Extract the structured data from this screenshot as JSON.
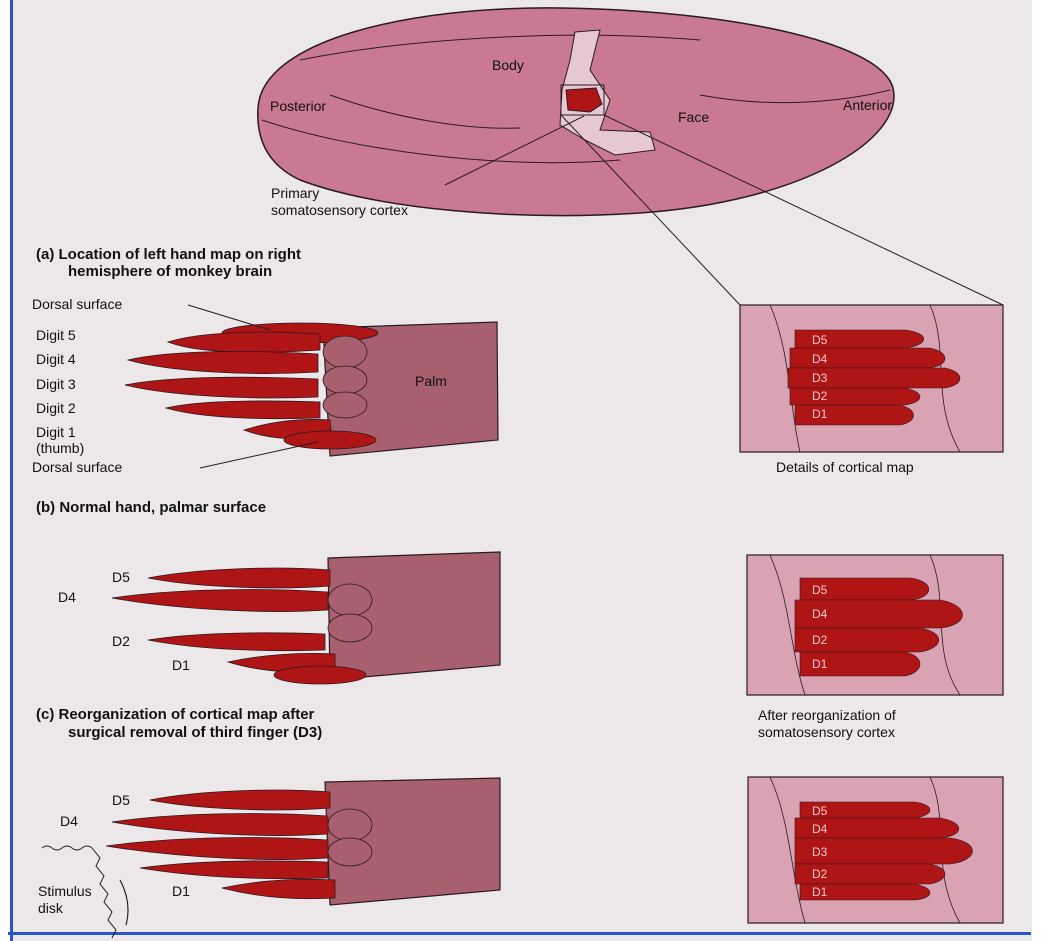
{
  "brain": {
    "body": "Body",
    "posterior": "Posterior",
    "anterior": "Anterior",
    "face": "Face",
    "primary_line1": "Primary",
    "primary_line2": "somatosensory cortex"
  },
  "caption_a": {
    "line1": "(a)  Location of left hand map on right",
    "line2": "hemisphere of monkey brain"
  },
  "hand_b": {
    "dorsal_top": "Dorsal surface",
    "digit5": "Digit 5",
    "digit4": "Digit 4",
    "digit3": "Digit 3",
    "digit2": "Digit 2",
    "digit1_line1": "Digit 1",
    "digit1_line2": "(thumb)",
    "dorsal_bottom": "Dorsal surface",
    "palm": "Palm"
  },
  "map_b": {
    "labels": [
      "D5",
      "D4",
      "D3",
      "D2",
      "D1"
    ],
    "caption": "Details of cortical map"
  },
  "caption_b": "(b)  Normal hand, palmar surface",
  "hand_c": {
    "d5": "D5",
    "d4": "D4",
    "d2": "D2",
    "d1": "D1"
  },
  "map_c": {
    "labels": [
      "D5",
      "D4",
      "D2",
      "D1"
    ],
    "caption_line1": "After reorganization of",
    "caption_line2": "somatosensory cortex"
  },
  "caption_c": {
    "line1": "(c)  Reorganization of cortical map after",
    "line2": "surgical removal of third finger (D3)"
  },
  "hand_d": {
    "d5": "D5",
    "d4": "D4",
    "d1": "D1",
    "stim_line1": "Stimulus",
    "stim_line2": "disk"
  },
  "map_d": {
    "labels": [
      "D5",
      "D4",
      "D3",
      "D2",
      "D1"
    ]
  },
  "colors": {
    "brain": "#c97a92",
    "digit": "#b01515",
    "palm": "#a8606e",
    "map_bg": "#d9a3b4",
    "frame": "#2a55c8"
  }
}
